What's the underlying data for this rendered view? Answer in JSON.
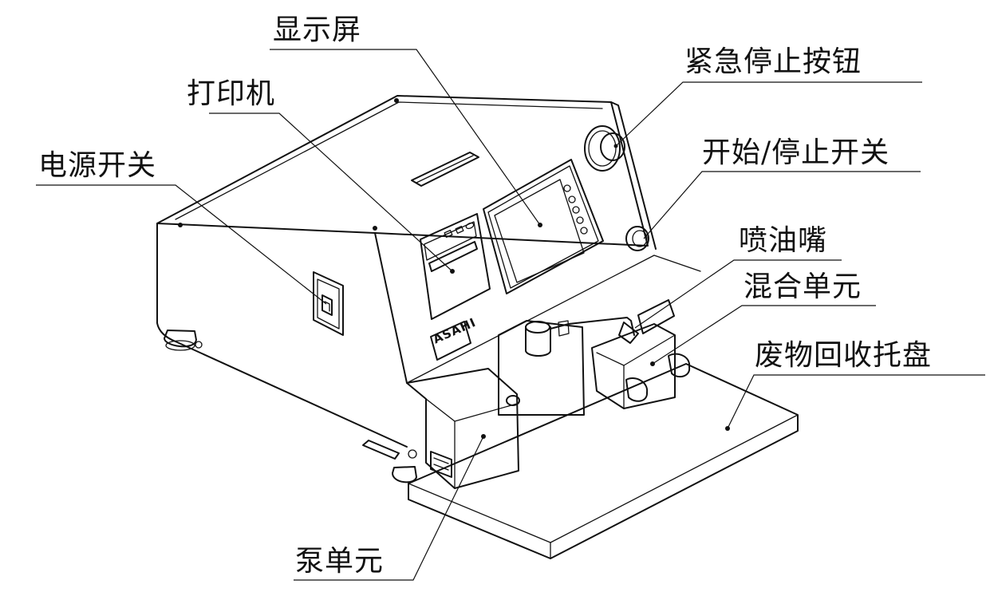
{
  "diagram": {
    "labels": {
      "display": "显示屏",
      "emergency_stop": "紧急停止按钮",
      "printer": "打印机",
      "start_stop_switch": "开始/停止开关",
      "power_switch": "电源开关",
      "nozzle": "喷油嘴",
      "mixing_unit": "混合单元",
      "waste_tray": "废物回收托盘",
      "pump_unit": "泵单元"
    },
    "brand": "ASAHI"
  }
}
